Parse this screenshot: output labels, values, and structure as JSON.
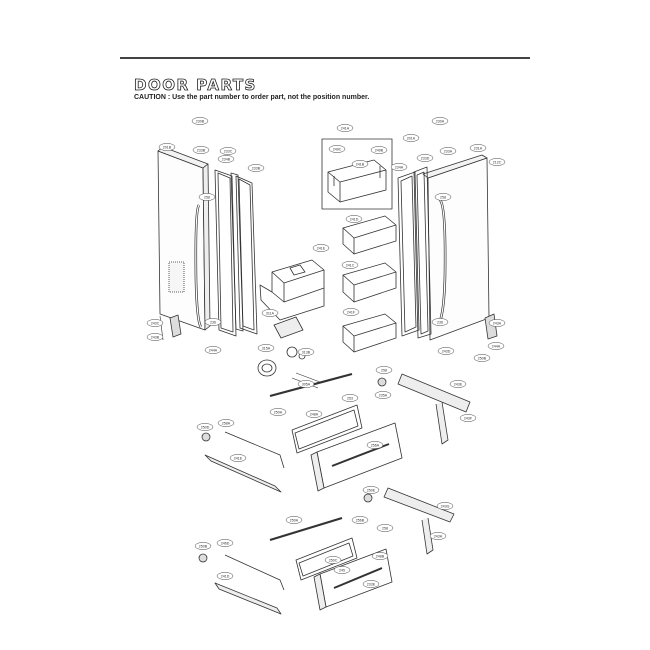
{
  "heading": {
    "title": "DOOR PARTS",
    "caution": "CAUTION : Use the part number to order part, not the position number."
  },
  "icons": [
    "door-panel",
    "handle",
    "door-bin",
    "gasket",
    "drawer-front",
    "drawer-rail"
  ],
  "colors": {
    "line": "#333333",
    "background": "#ffffff"
  },
  "callouts": [
    {
      "label": "230B"
    },
    {
      "label": "201B"
    },
    {
      "label": "233B"
    },
    {
      "label": "233C"
    },
    {
      "label": "234B"
    },
    {
      "label": "233B"
    },
    {
      "label": "258"
    },
    {
      "label": "243C"
    },
    {
      "label": "236"
    },
    {
      "label": "243B"
    },
    {
      "label": "244A"
    },
    {
      "label": "241A"
    },
    {
      "label": "249C"
    },
    {
      "label": "249B"
    },
    {
      "label": "241B"
    },
    {
      "label": "241D"
    },
    {
      "label": "241C"
    },
    {
      "label": "241E"
    },
    {
      "label": "241F"
    },
    {
      "label": "311A"
    },
    {
      "label": "315A"
    },
    {
      "label": "313B"
    },
    {
      "label": "305A"
    },
    {
      "label": "230A"
    },
    {
      "label": "201A"
    },
    {
      "label": "233A"
    },
    {
      "label": "233D"
    },
    {
      "label": "234A"
    },
    {
      "label": "212C"
    },
    {
      "label": "258"
    },
    {
      "label": "231A"
    },
    {
      "label": "236"
    },
    {
      "label": "243A"
    },
    {
      "label": "244A"
    },
    {
      "label": "243D"
    },
    {
      "label": "250B"
    },
    {
      "label": "243E"
    },
    {
      "label": "235A"
    },
    {
      "label": "243F"
    },
    {
      "label": "248A"
    },
    {
      "label": "250A"
    },
    {
      "label": "253"
    },
    {
      "label": "256A"
    },
    {
      "label": "258"
    },
    {
      "label": "250D"
    },
    {
      "label": "258A"
    },
    {
      "label": "241E"
    },
    {
      "label": "250A"
    },
    {
      "label": "250E"
    },
    {
      "label": "256B"
    },
    {
      "label": "258"
    },
    {
      "label": "250B"
    },
    {
      "label": "246D"
    },
    {
      "label": "241D"
    },
    {
      "label": "248B"
    },
    {
      "label": "243G"
    },
    {
      "label": "243H"
    },
    {
      "label": "245"
    },
    {
      "label": "250C"
    },
    {
      "label": "233E"
    }
  ]
}
